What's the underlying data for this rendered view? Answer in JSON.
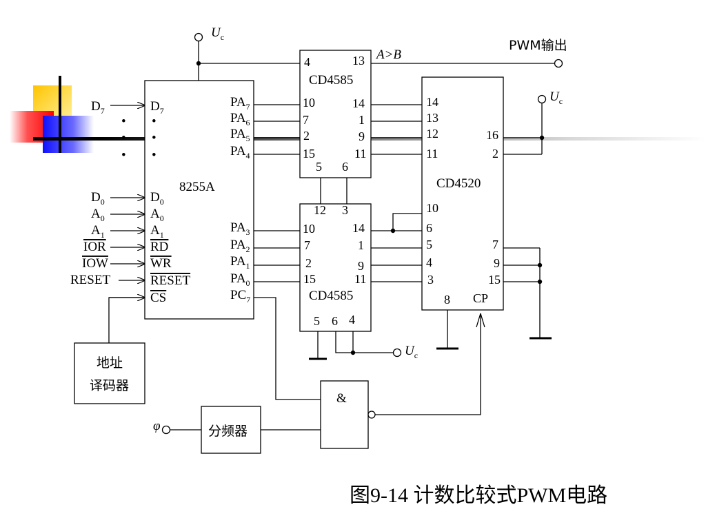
{
  "caption": "图9-14  计数比较式PWM电路",
  "chips": {
    "u8255": {
      "name": "8255A"
    },
    "cmp_top": {
      "name": "CD4585"
    },
    "cmp_bot": {
      "name": "CD4585"
    },
    "counter": {
      "name": "CD4520"
    },
    "decoder": {
      "line1": "地址",
      "line2": "译码器"
    },
    "divider": {
      "name": "分频器"
    },
    "and_gate": {
      "symbol": "&"
    }
  },
  "signals": {
    "uc_base": "U",
    "uc_sub": "c",
    "pwm_out": "PWM输出",
    "agtb": "A>B",
    "phi": "φ",
    "d7_base": "D",
    "d7_sub": "7",
    "d0_base": "D",
    "d0_sub": "0",
    "a0_base": "A",
    "a0_sub": "0",
    "a1_base": "A",
    "a1_sub": "1",
    "ior": "IOR",
    "iow": "IOW",
    "reset": "RESET",
    "dot": "•"
  },
  "u8255_pins": {
    "rd": "RD",
    "wr": "WR",
    "reset": "RESET",
    "cs": "CS",
    "pa": "PA",
    "pc": "PC",
    "s7": "7",
    "s6": "6",
    "s5": "5",
    "s4": "4",
    "s3": "3",
    "s2": "2",
    "s1": "1",
    "s0": "0"
  },
  "cmp_top_pins": {
    "p4": "4",
    "p13": "13",
    "p10": "10",
    "p14": "14",
    "p7": "7",
    "p1": "1",
    "p2": "2",
    "p9": "9",
    "p15": "15",
    "p11": "11",
    "p5": "5",
    "p6": "6"
  },
  "cmp_bot_pins": {
    "p12": "12",
    "p3": "3",
    "p10": "10",
    "p14": "14",
    "p7": "7",
    "p1": "1",
    "p2": "2",
    "p9": "9",
    "p15": "15",
    "p11": "11",
    "p5": "5",
    "p6": "6",
    "p4": "4"
  },
  "counter_pins": {
    "p14": "14",
    "p13": "13",
    "p12": "12",
    "p11": "11",
    "p16": "16",
    "p2": "2",
    "p10": "10",
    "p6": "6",
    "p5": "5",
    "p4": "4",
    "p3": "3",
    "p7": "7",
    "p9": "9",
    "p15": "15",
    "p8": "8",
    "cp": "CP"
  },
  "colors": {
    "deco_yellow": "#ffd700",
    "deco_red": "#ff1a1a",
    "deco_blue": "#1a1aff",
    "deco_line": "#000000",
    "ink": "#000000"
  }
}
